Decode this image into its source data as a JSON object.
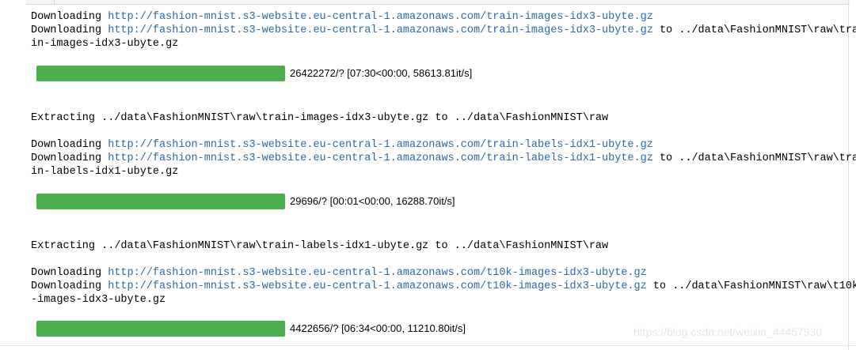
{
  "blocks": [
    {
      "dl1_prefix": "Downloading ",
      "dl1_url": "http://fashion-mnist.s3-website.eu-central-1.amazonaws.com/train-images-idx3-ubyte.gz",
      "dl2_prefix": "Downloading ",
      "dl2_url": "http://fashion-mnist.s3-website.eu-central-1.amazonaws.com/train-images-idx3-ubyte.gz",
      "dl2_suffix": " to ../data\\FashionMNIST\\raw\\tra",
      "wrap": "in-images-idx3-ubyte.gz",
      "progress_percent": 100,
      "progress_text": "26422272/? [07:30<00:00, 58613.81it/s]",
      "extract": "Extracting ../data\\FashionMNIST\\raw\\train-images-idx3-ubyte.gz to ../data\\FashionMNIST\\raw"
    },
    {
      "dl1_prefix": "Downloading ",
      "dl1_url": "http://fashion-mnist.s3-website.eu-central-1.amazonaws.com/train-labels-idx1-ubyte.gz",
      "dl2_prefix": "Downloading ",
      "dl2_url": "http://fashion-mnist.s3-website.eu-central-1.amazonaws.com/train-labels-idx1-ubyte.gz",
      "dl2_suffix": " to ../data\\FashionMNIST\\raw\\tra",
      "wrap": "in-labels-idx1-ubyte.gz",
      "progress_percent": 100,
      "progress_text": "29696/? [00:01<00:00, 16288.70it/s]",
      "extract": "Extracting ../data\\FashionMNIST\\raw\\train-labels-idx1-ubyte.gz to ../data\\FashionMNIST\\raw"
    },
    {
      "dl1_prefix": "Downloading ",
      "dl1_url": "http://fashion-mnist.s3-website.eu-central-1.amazonaws.com/t10k-images-idx3-ubyte.gz",
      "dl2_prefix": "Downloading ",
      "dl2_url": "http://fashion-mnist.s3-website.eu-central-1.amazonaws.com/t10k-images-idx3-ubyte.gz",
      "dl2_suffix": " to ../data\\FashionMNIST\\raw\\t10k",
      "wrap": "-images-idx3-ubyte.gz",
      "progress_percent": 100,
      "progress_text": "4422656/? [06:34<00:00, 11210.80it/s]"
    }
  ],
  "watermark": "https://blog.csdn.net/weixin_44457930",
  "colors": {
    "progress": "#4cae4f",
    "link": "#2a6aa8"
  }
}
